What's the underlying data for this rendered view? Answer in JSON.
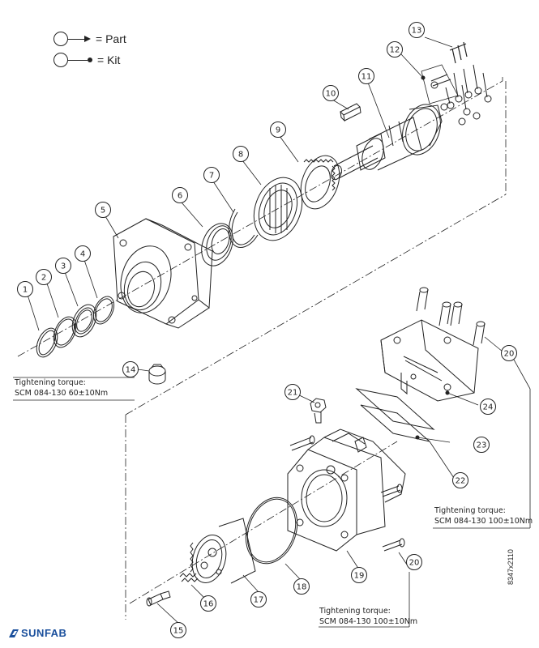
{
  "legend": {
    "part_label": "= Part",
    "kit_label": "= Kit"
  },
  "callouts": [
    "1",
    "2",
    "3",
    "4",
    "5",
    "6",
    "7",
    "8",
    "9",
    "10",
    "11",
    "12",
    "13",
    "14",
    "15",
    "16",
    "17",
    "18",
    "19",
    "20",
    "20",
    "21",
    "22",
    "23",
    "24"
  ],
  "torque_notes": [
    {
      "title": "Tightening torque:",
      "value": "SCM 084-130 60±10Nm"
    },
    {
      "title": "Tightening torque:",
      "value": "SCM 084-130 100±10Nm"
    },
    {
      "title": "Tightening torque:",
      "value": "SCM 084-130 100±10Nm"
    }
  ],
  "brand": "SUNFAB",
  "brand_color": "#1a4f9c",
  "document_number": "8347x2110"
}
